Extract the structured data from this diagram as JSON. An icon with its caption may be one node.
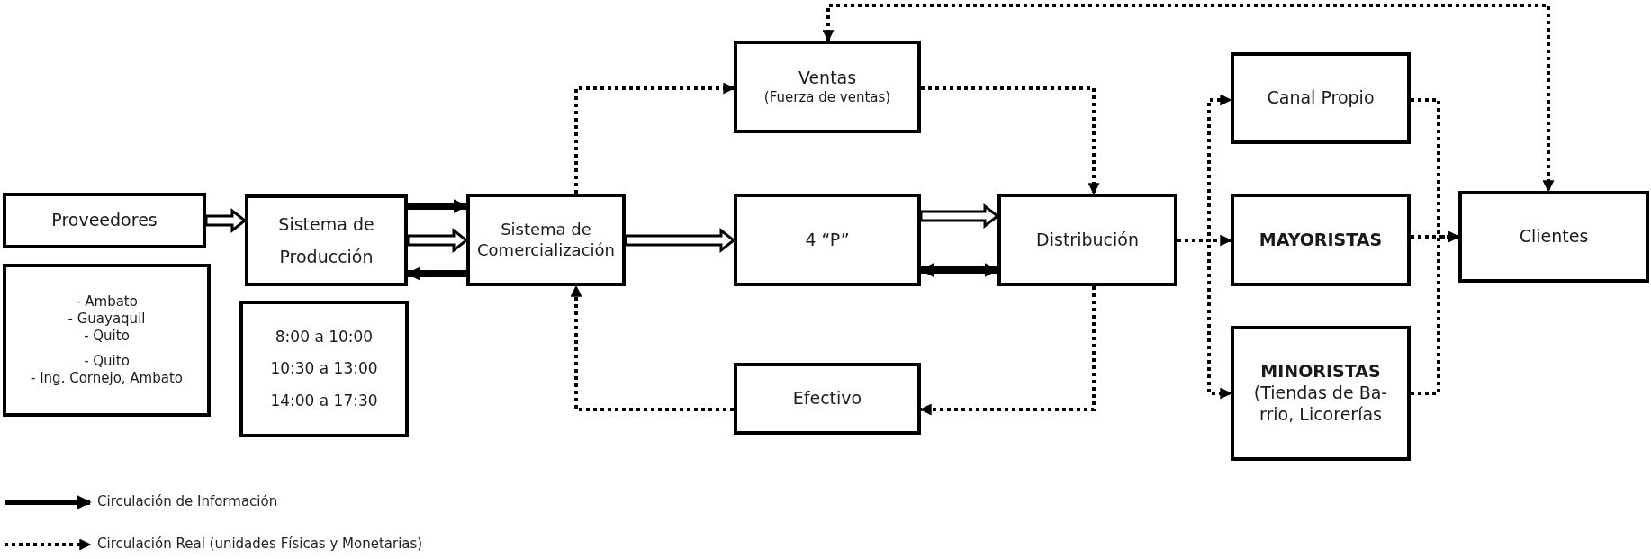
{
  "diagram": {
    "nodes": [
      {
        "text": [
          "Proveedores"
        ]
      },
      {
        "text": [
          "- Ambato",
          "- Guayaquil",
          "- Quito",
          "- Quito",
          "- Ing. Cornejo, Ambato"
        ]
      },
      {
        "text": [
          "Sistema de Producción"
        ]
      },
      {
        "text": [
          "8:00 a 10:00",
          "10:30 a 13:00",
          "14:00 a 17:30"
        ]
      },
      {
        "text": [
          "Sistema de Comercialización"
        ]
      },
      {
        "text": [
          "Ventas",
          "(Fuerza de ventas)"
        ]
      },
      {
        "text": [
          "4 “P”"
        ]
      },
      {
        "text": [
          "Efectivo"
        ]
      },
      {
        "text": [
          "Distribución"
        ]
      },
      {
        "text": [
          "Canal Propio"
        ]
      },
      {
        "text": [
          "MAYORISTAS"
        ]
      },
      {
        "text": [
          "MINORISTAS",
          "(Tiendas de Ba- rrio, Licorerías"
        ]
      },
      {
        "text": [
          "Clientes"
        ]
      }
    ],
    "edges": [
      {
        "from": 0,
        "to": 2,
        "arrow": "to"
      },
      {
        "from": 2,
        "to": 4,
        "arrow": "to",
        "style": "thick"
      },
      {
        "from": 2,
        "to": 4,
        "arrow": "to"
      },
      {
        "from": 4,
        "to": 2,
        "arrow": "to",
        "style": "thick"
      },
      {
        "from": 4,
        "to": 6,
        "arrow": "to"
      },
      {
        "from": 6,
        "to": 8,
        "arrow": "to"
      },
      {
        "from": 6,
        "to": 8,
        "arrow": "both",
        "style": "thick"
      },
      {
        "from": 4,
        "to": 5,
        "arrow": "to",
        "style": "dashed"
      },
      {
        "from": 5,
        "to": 8,
        "arrow": "to",
        "style": "dashed"
      },
      {
        "from": 8,
        "to": 7,
        "arrow": "to",
        "style": "dashed"
      },
      {
        "from": 7,
        "to": 4,
        "arrow": "to",
        "style": "dashed"
      },
      {
        "from": 5,
        "to": 12,
        "arrow": "both",
        "style": "dashed"
      },
      {
        "from": 8,
        "to": 9,
        "arrow": "to",
        "style": "dashed"
      },
      {
        "from": 8,
        "to": 10,
        "arrow": "to",
        "style": "dashed"
      },
      {
        "from": 8,
        "to": 11,
        "arrow": "to",
        "style": "dashed"
      },
      {
        "from": 9,
        "to": 12,
        "arrow": "to",
        "style": "dashed"
      },
      {
        "from": 10,
        "to": 12,
        "arrow": "to",
        "style": "dashed"
      },
      {
        "from": 11,
        "to": 12,
        "arrow": "to",
        "style": "dashed"
      }
    ],
    "legend": [
      {
        "text": "Circulación de Información"
      },
      {
        "text": "Circulación Real (unidades Físicas y Monetarias)"
      }
    ]
  }
}
